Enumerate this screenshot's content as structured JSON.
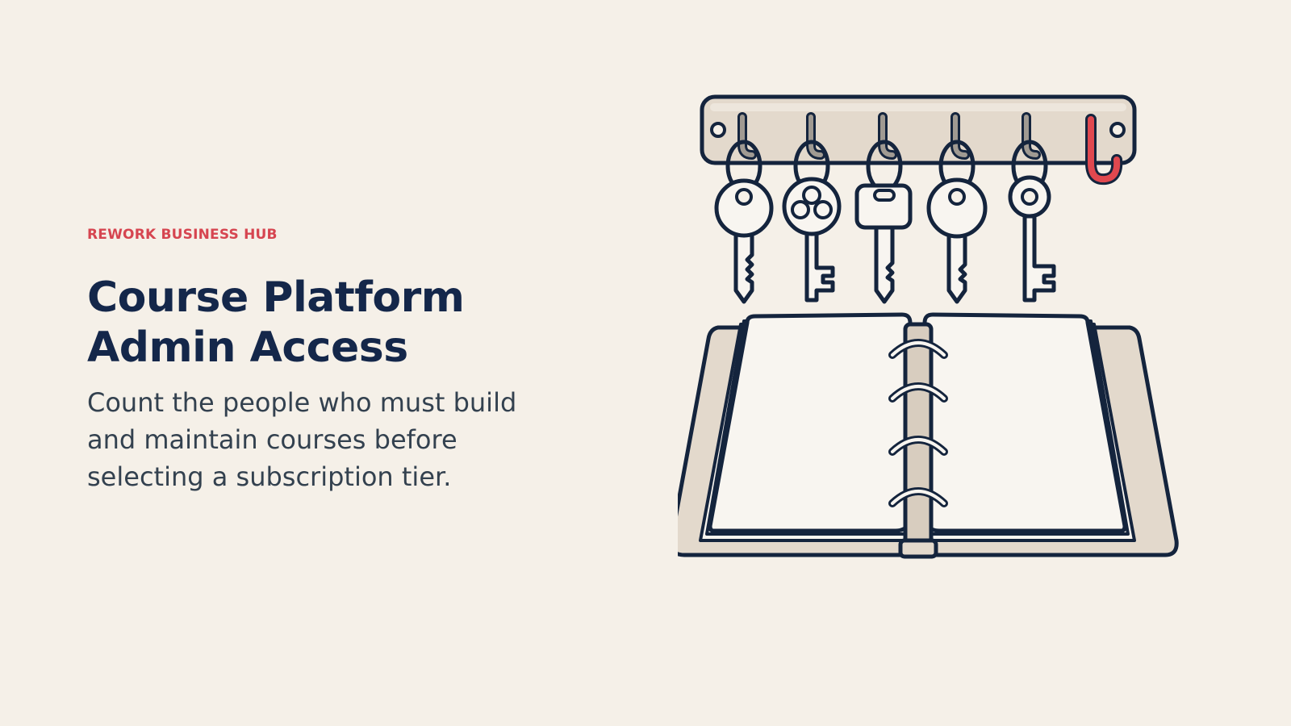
{
  "hero": {
    "eyebrow": "REWORK BUSINESS HUB",
    "title_line1": "Course Platform",
    "title_line2": "Admin Access",
    "subtitle": "Count the people who must build and maintain courses before selecting a subscription tier."
  },
  "illustration": {
    "hooks_total": 6,
    "keys_hanging": 5,
    "empty_hook_icon": "red-empty-hook-icon",
    "colors": {
      "outline": "#14243d",
      "panel": "#e3d9cc",
      "hook": "#a09a92",
      "accent": "#e0484f",
      "paper": "#f8f5f0",
      "background": "#f5f0e8"
    }
  }
}
